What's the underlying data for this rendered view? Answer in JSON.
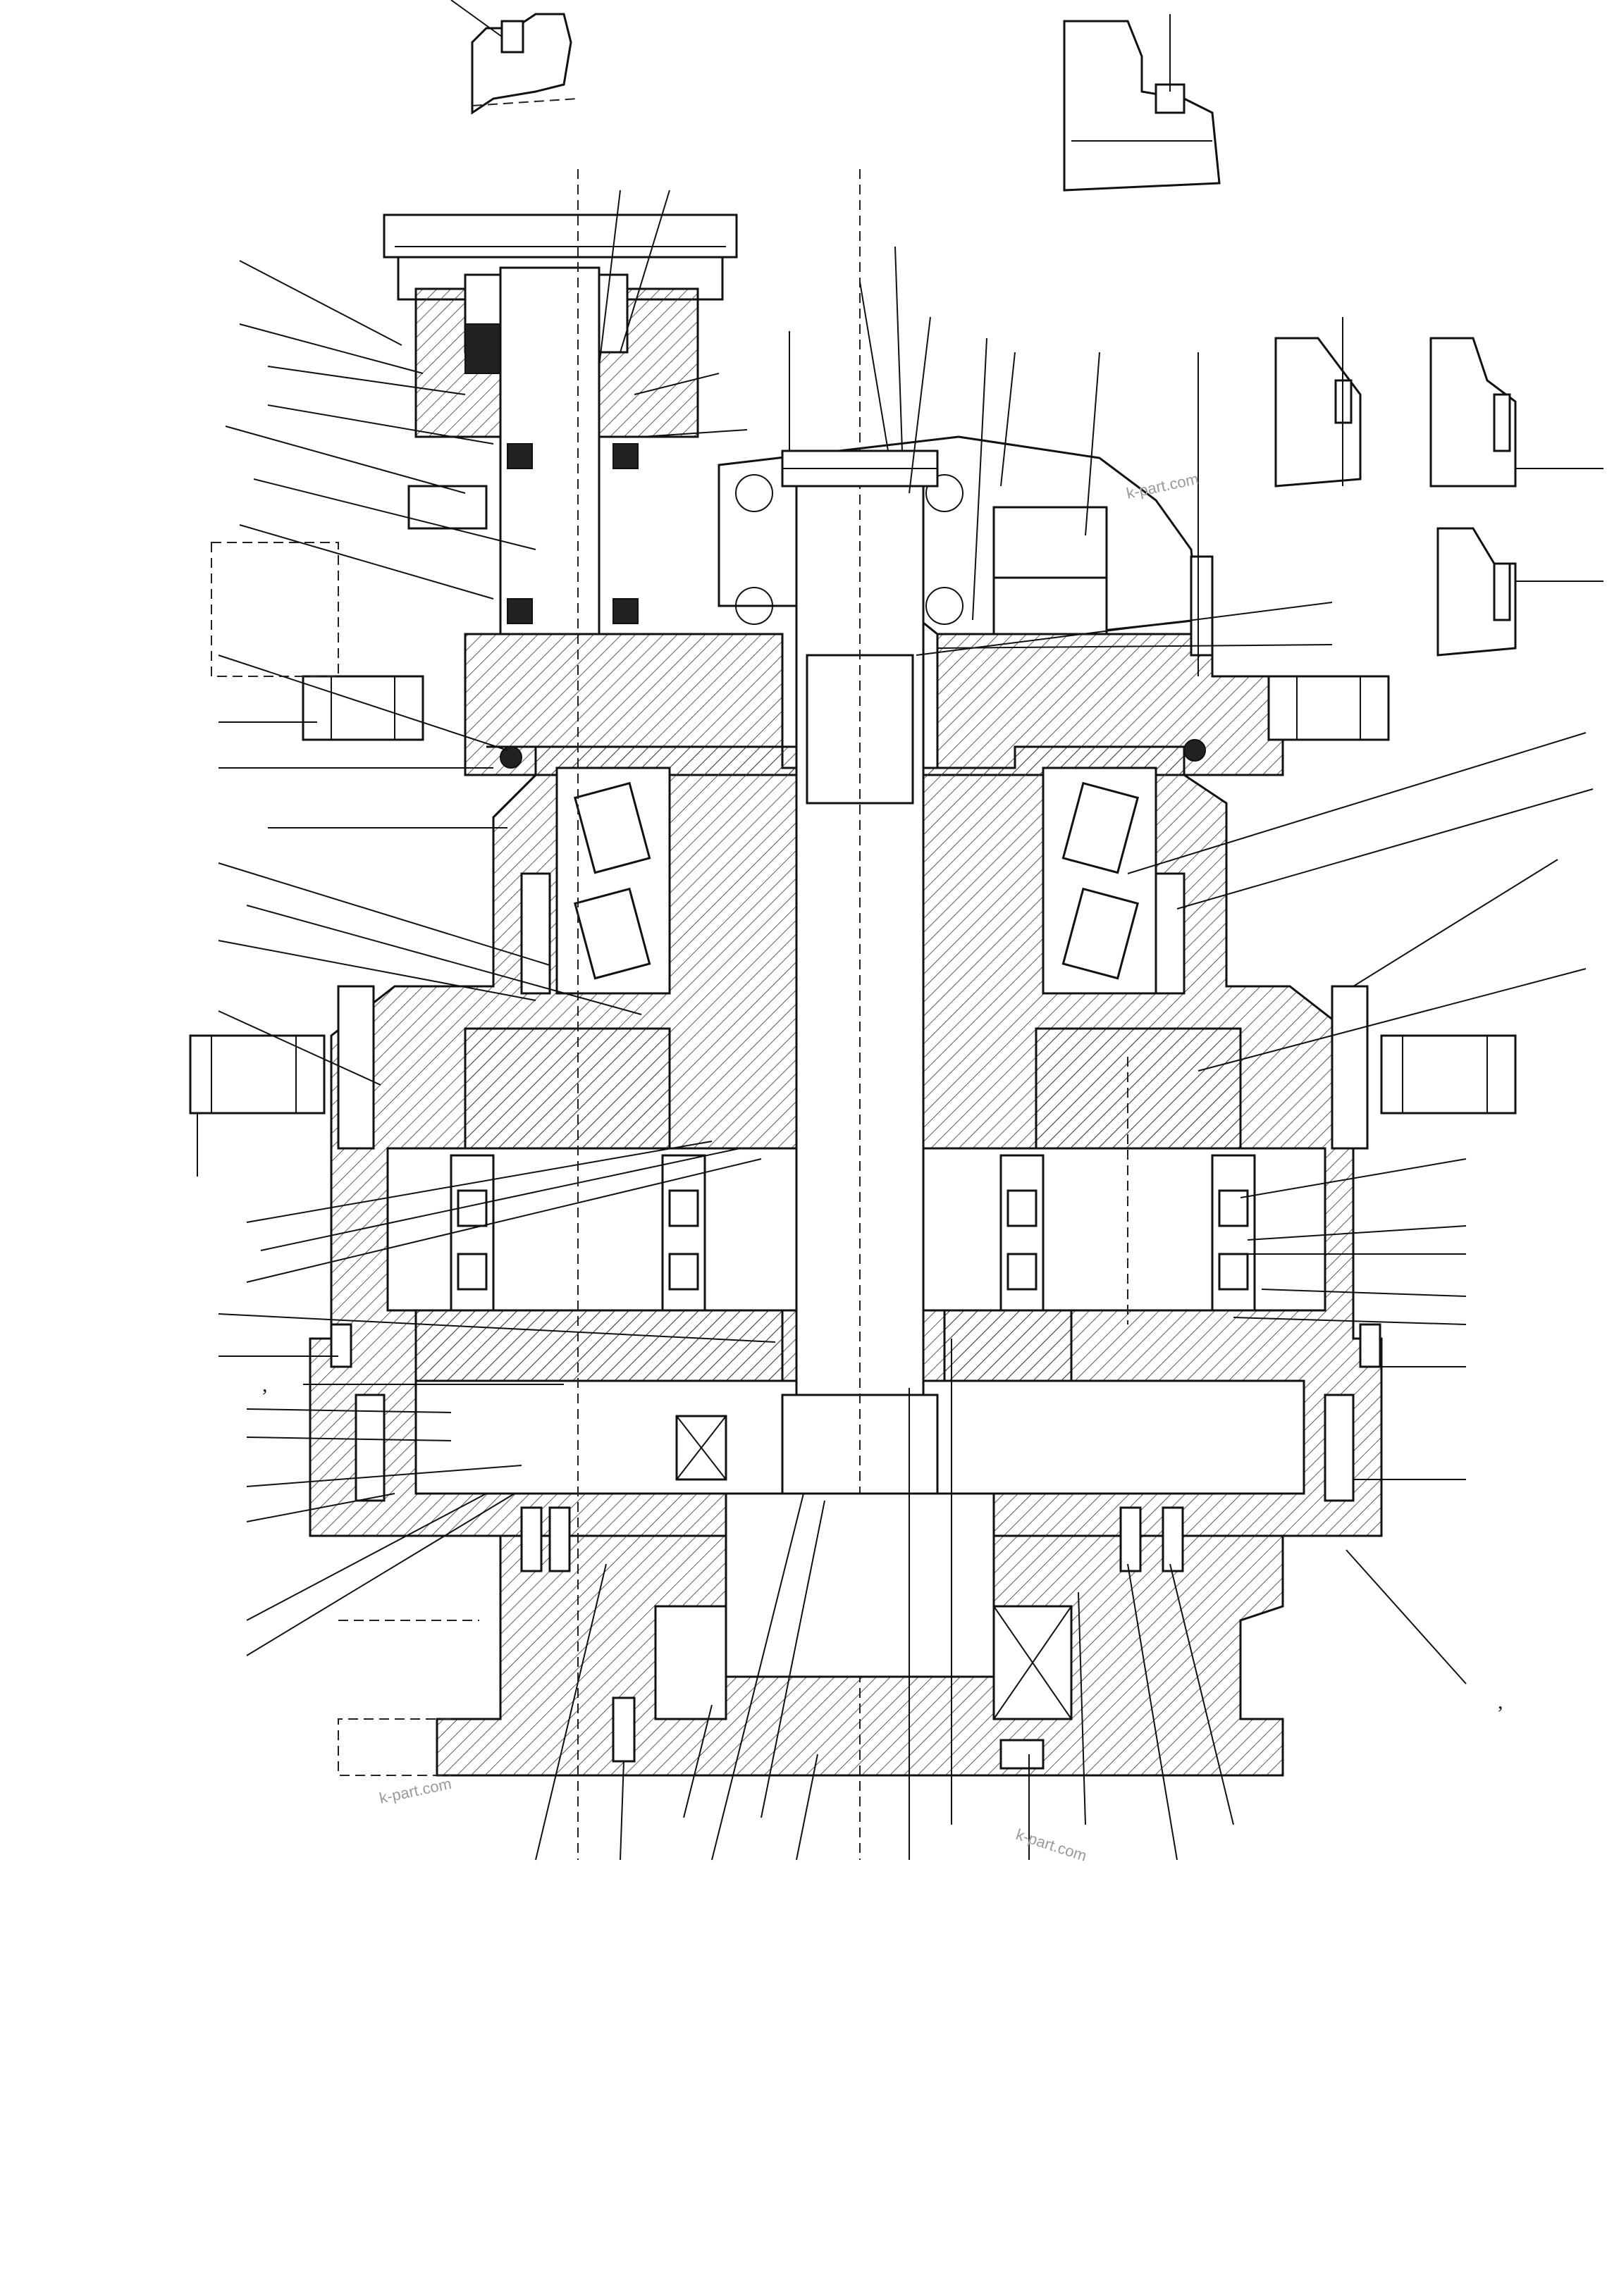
{
  "watermarks": [
    "k-part.com",
    "k-part.com",
    "k-part.com"
  ],
  "marks": [
    ",",
    ","
  ]
}
